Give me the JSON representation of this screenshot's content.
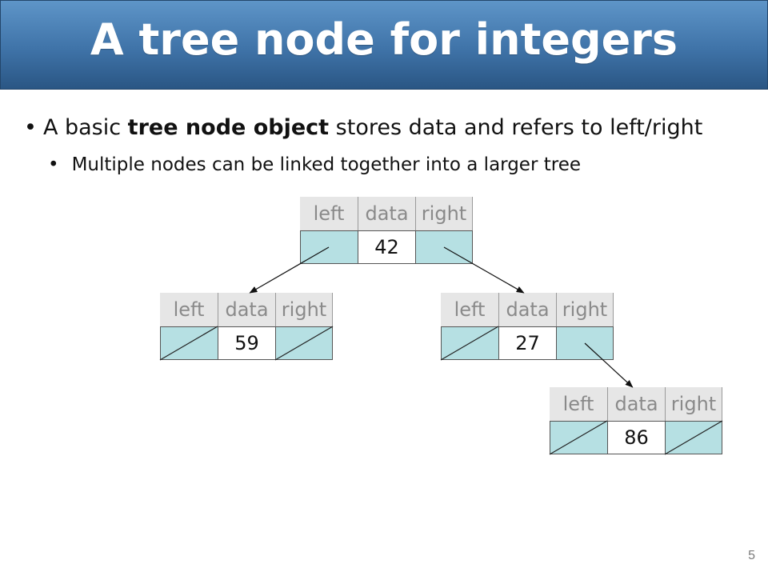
{
  "slide": {
    "title": "A tree node for integers",
    "bullets": [
      {
        "bullet": "•",
        "pre": "A basic ",
        "bold": "tree node object",
        "post": " stores data and refers to left/right"
      },
      {
        "bullet": "•",
        "text": "Multiple nodes can be linked together into a larger tree"
      }
    ],
    "page_number": "5"
  },
  "diagram": {
    "field_labels": [
      "left",
      "data",
      "right"
    ],
    "nodes": [
      {
        "id": "n42",
        "data": "42",
        "left_null": false,
        "right_null": false
      },
      {
        "id": "n59",
        "data": "59",
        "left_null": true,
        "right_null": true
      },
      {
        "id": "n27",
        "data": "27",
        "left_null": true,
        "right_null": false
      },
      {
        "id": "n86",
        "data": "86",
        "left_null": true,
        "right_null": true
      }
    ],
    "edges": [
      {
        "from": "n42",
        "pointer": "left",
        "to": "n59"
      },
      {
        "from": "n42",
        "pointer": "right",
        "to": "n27"
      },
      {
        "from": "n27",
        "pointer": "right",
        "to": "n86"
      }
    ]
  },
  "colors": {
    "title_bar": "#3f73a8",
    "pointer_cell": "#b6e0e3",
    "header_cell": "#e6e6e6"
  }
}
